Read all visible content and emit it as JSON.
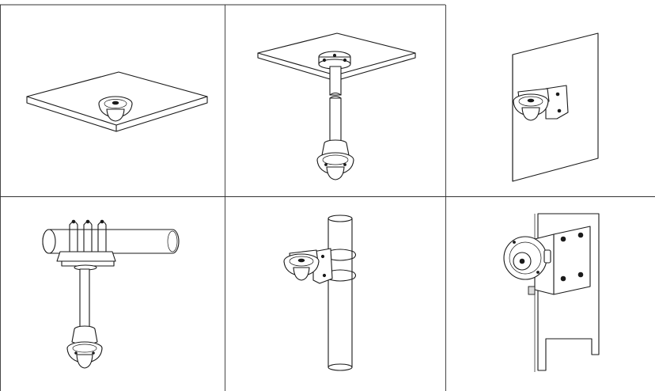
{
  "panels": [
    {
      "id": "ceiling-mount"
    },
    {
      "id": "pendant-mount"
    },
    {
      "id": "wall-mount"
    },
    {
      "id": "pole-hanging-mount"
    },
    {
      "id": "pole-mount"
    },
    {
      "id": "corner-mount"
    }
  ],
  "colors": {
    "ink": "#1a1a1a",
    "background": "#ffffff",
    "grid": "#333333"
  },
  "icons": [
    "dome-camera-icon",
    "mount-bracket-icon",
    "pipe-icon",
    "pole-icon",
    "wall-icon",
    "ceiling-icon"
  ]
}
